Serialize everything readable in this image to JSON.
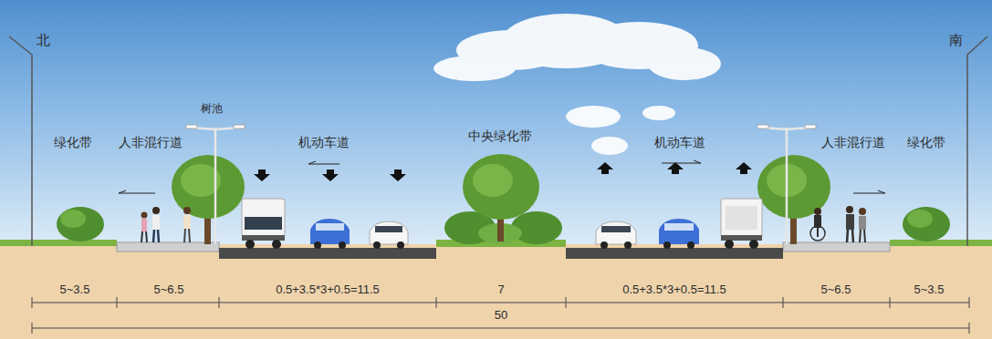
{
  "diagram": {
    "labels": [
      "北",
      "南",
      "绿化带",
      "人非混行道",
      "树池",
      "机动车道",
      "中央绿化带",
      "机动车道",
      "人非混行道",
      "绿化带",
      "5~3.5",
      "5~6.5",
      "0.5+3.5*3+0.5=11.5",
      "7",
      "0.5+3.5*3+0.5=11.5",
      "5~6.5",
      "5~3.5",
      "50"
    ]
  }
}
